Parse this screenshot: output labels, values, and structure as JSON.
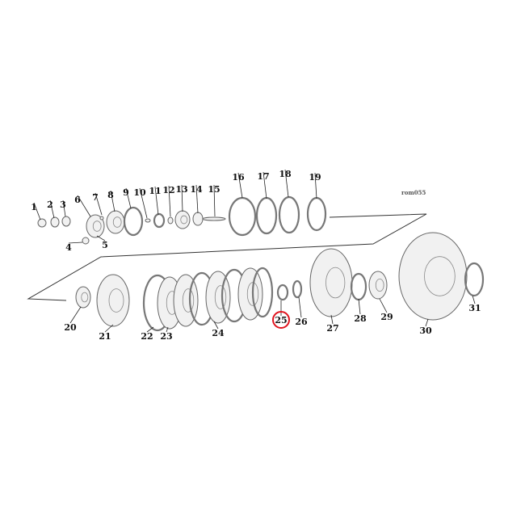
{
  "diagram": {
    "reference_code": "rom055",
    "highlighted_part": "25",
    "highlight_color": "#e0141e",
    "part_numbers": [
      "1",
      "2",
      "3",
      "4",
      "5",
      "6",
      "7",
      "8",
      "9",
      "10",
      "11",
      "12",
      "13",
      "14",
      "15",
      "16",
      "17",
      "18",
      "19",
      "20",
      "21",
      "22",
      "23",
      "24",
      "25",
      "26",
      "27",
      "28",
      "29",
      "30",
      "31"
    ]
  }
}
